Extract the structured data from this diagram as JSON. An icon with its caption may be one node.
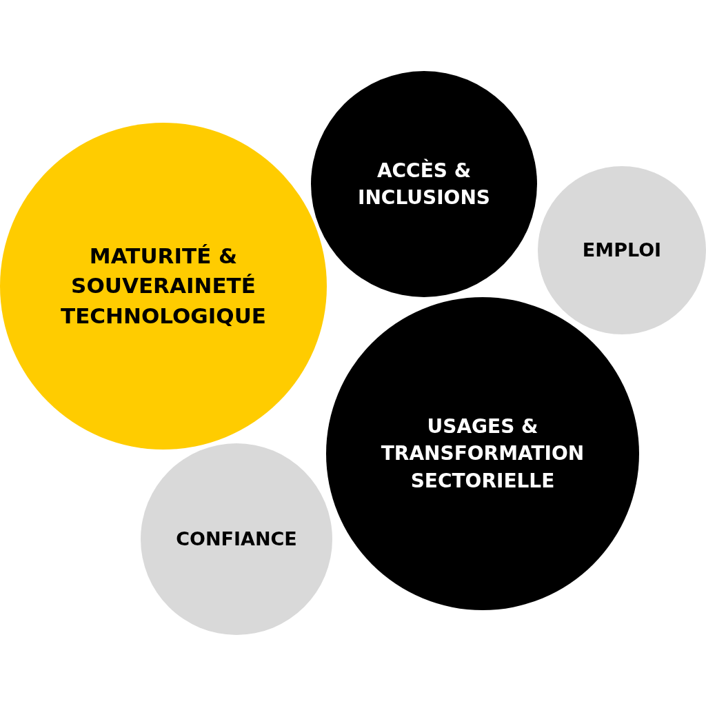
{
  "diagram": {
    "nodes": [
      {
        "text": [
          "MATURITÉ & SOUVERAINETÉ TECHNOLOGIQUE"
        ]
      },
      {
        "text": [
          "ACCÈS & INCLUSIONS"
        ]
      },
      {
        "text": [
          "EMPLOI"
        ]
      },
      {
        "text": [
          "USAGES & TRANSFORMATION SECTORIELLE"
        ]
      },
      {
        "text": [
          "CONFIANCE"
        ]
      }
    ],
    "edges": []
  }
}
